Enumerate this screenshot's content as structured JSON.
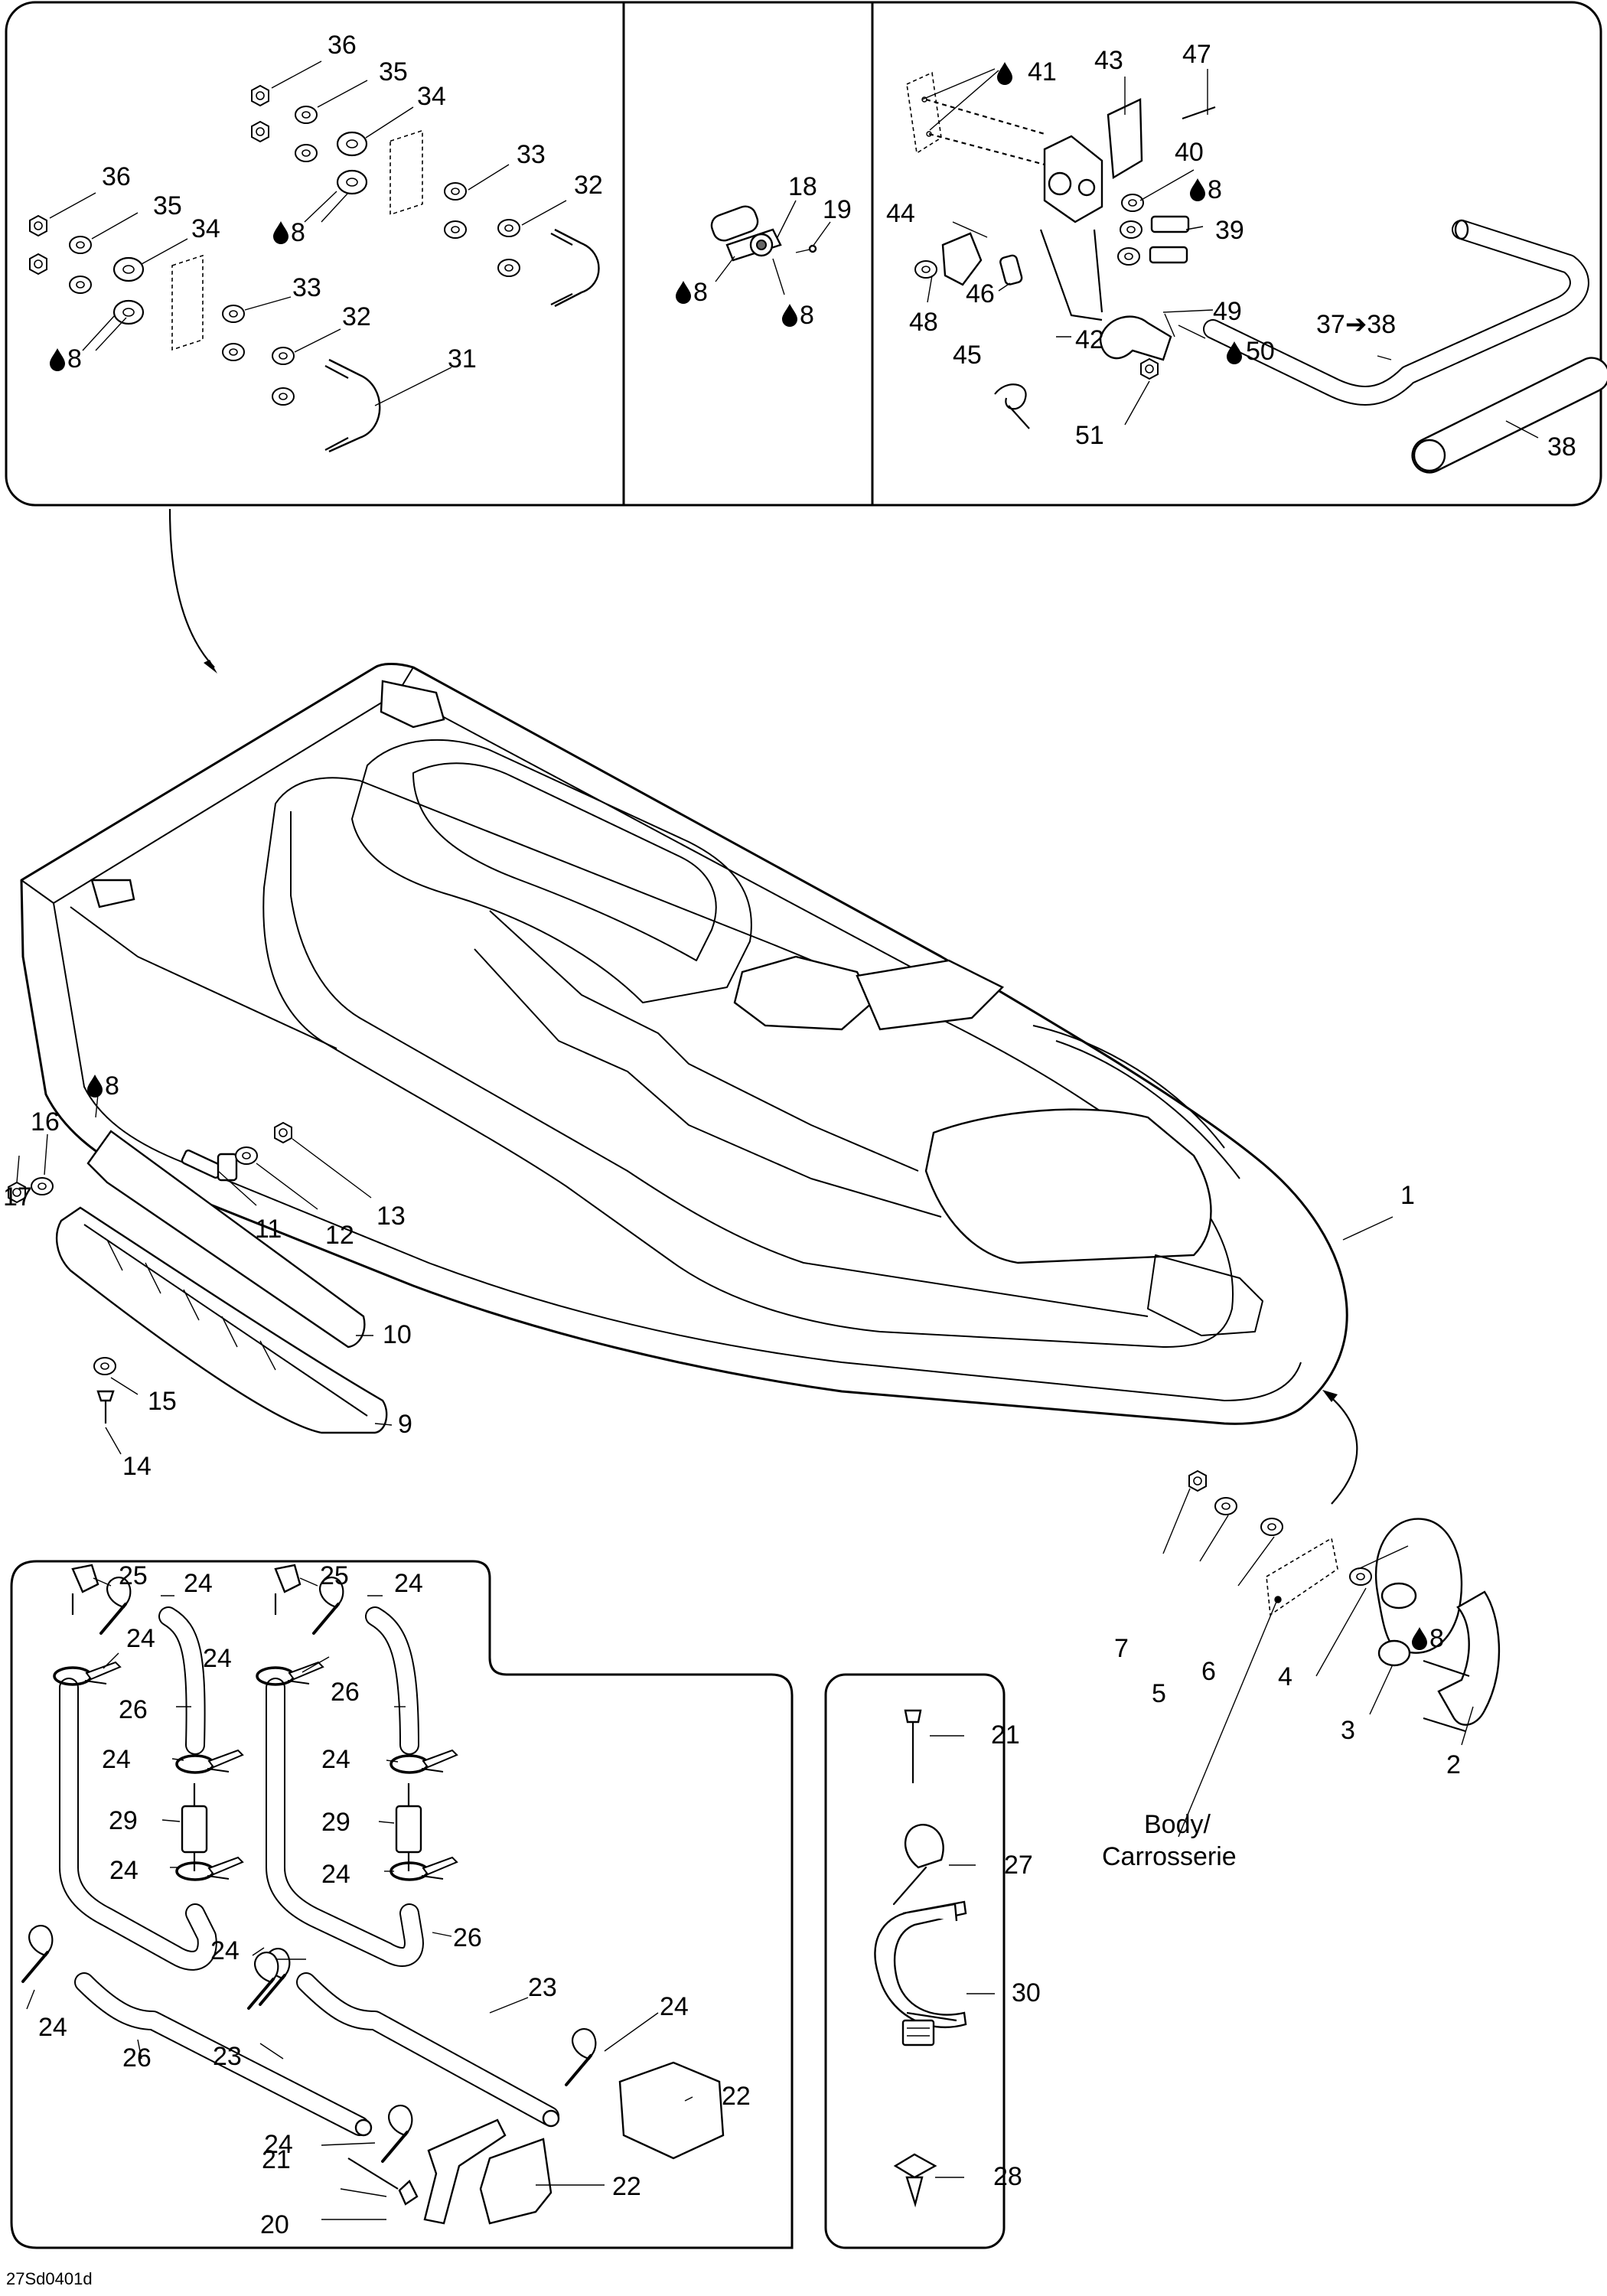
{
  "diagram": {
    "code": "27Sd0401d",
    "body_label_line1": "Body/",
    "body_label_line2": "Carrosserie",
    "callouts": {
      "c1": "1",
      "c2": "2",
      "c3": "3",
      "c4": "4",
      "c5": "5",
      "c6": "6",
      "c7": "7",
      "c8": "8",
      "c9": "9",
      "c10": "10",
      "c11": "11",
      "c12": "12",
      "c13": "13",
      "c14": "14",
      "c15": "15",
      "c16": "16",
      "c17": "17",
      "c18": "18",
      "c19": "19",
      "c20": "20",
      "c21": "21",
      "c22": "22",
      "c23": "23",
      "c24": "24",
      "c25": "25",
      "c26": "26",
      "c27": "27",
      "c28": "28",
      "c29": "29",
      "c30": "30",
      "c31": "31",
      "c32": "32",
      "c33": "33",
      "c34": "34",
      "c35": "35",
      "c36": "36",
      "c37_38": "37➔38",
      "c38": "38",
      "c39": "39",
      "c40": "40",
      "c41": "41",
      "c42": "42",
      "c43": "43",
      "c44": "44",
      "c45": "45",
      "c46": "46",
      "c47": "47",
      "c48": "48",
      "c49": "49",
      "c50": "50",
      "c51": "51"
    }
  }
}
